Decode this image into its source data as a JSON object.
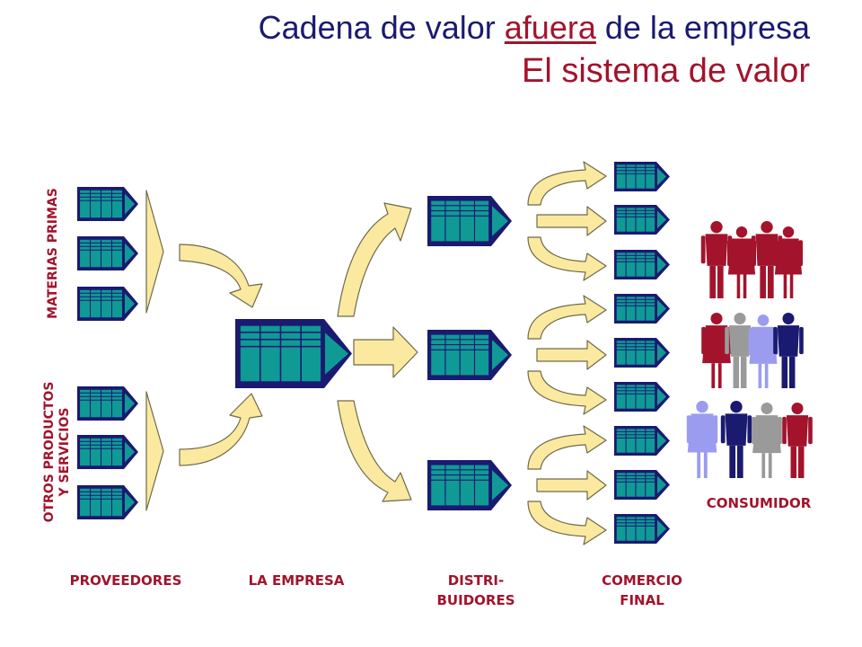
{
  "title": {
    "prefix": "Cadena de valor ",
    "highlight": "afuera",
    "suffix": " de la empresa",
    "subtitle": "El sistema de valor"
  },
  "side_labels": {
    "raw_materials": "MATERIAS PRIMAS",
    "other_line1": "OTROS PRODUCTOS",
    "other_line2": "Y SERVICIOS"
  },
  "columns": {
    "suppliers": "PROVEEDORES",
    "company": "LA EMPRESA",
    "distributors_line1": "DISTRI-",
    "distributors_line2": "BUIDORES",
    "retail_line1": "COMERCIO",
    "retail_line2": "FINAL",
    "consumer": "CONSUMIDOR"
  },
  "colors": {
    "navy": "#1a1a70",
    "teal": "#0f9a96",
    "arrow_fill": "#fbe9a0",
    "arrow_stroke": "#6e6a4a",
    "crimson": "#a3132c",
    "gray": "#9a9a9a",
    "lavender": "#9b9cf0"
  }
}
